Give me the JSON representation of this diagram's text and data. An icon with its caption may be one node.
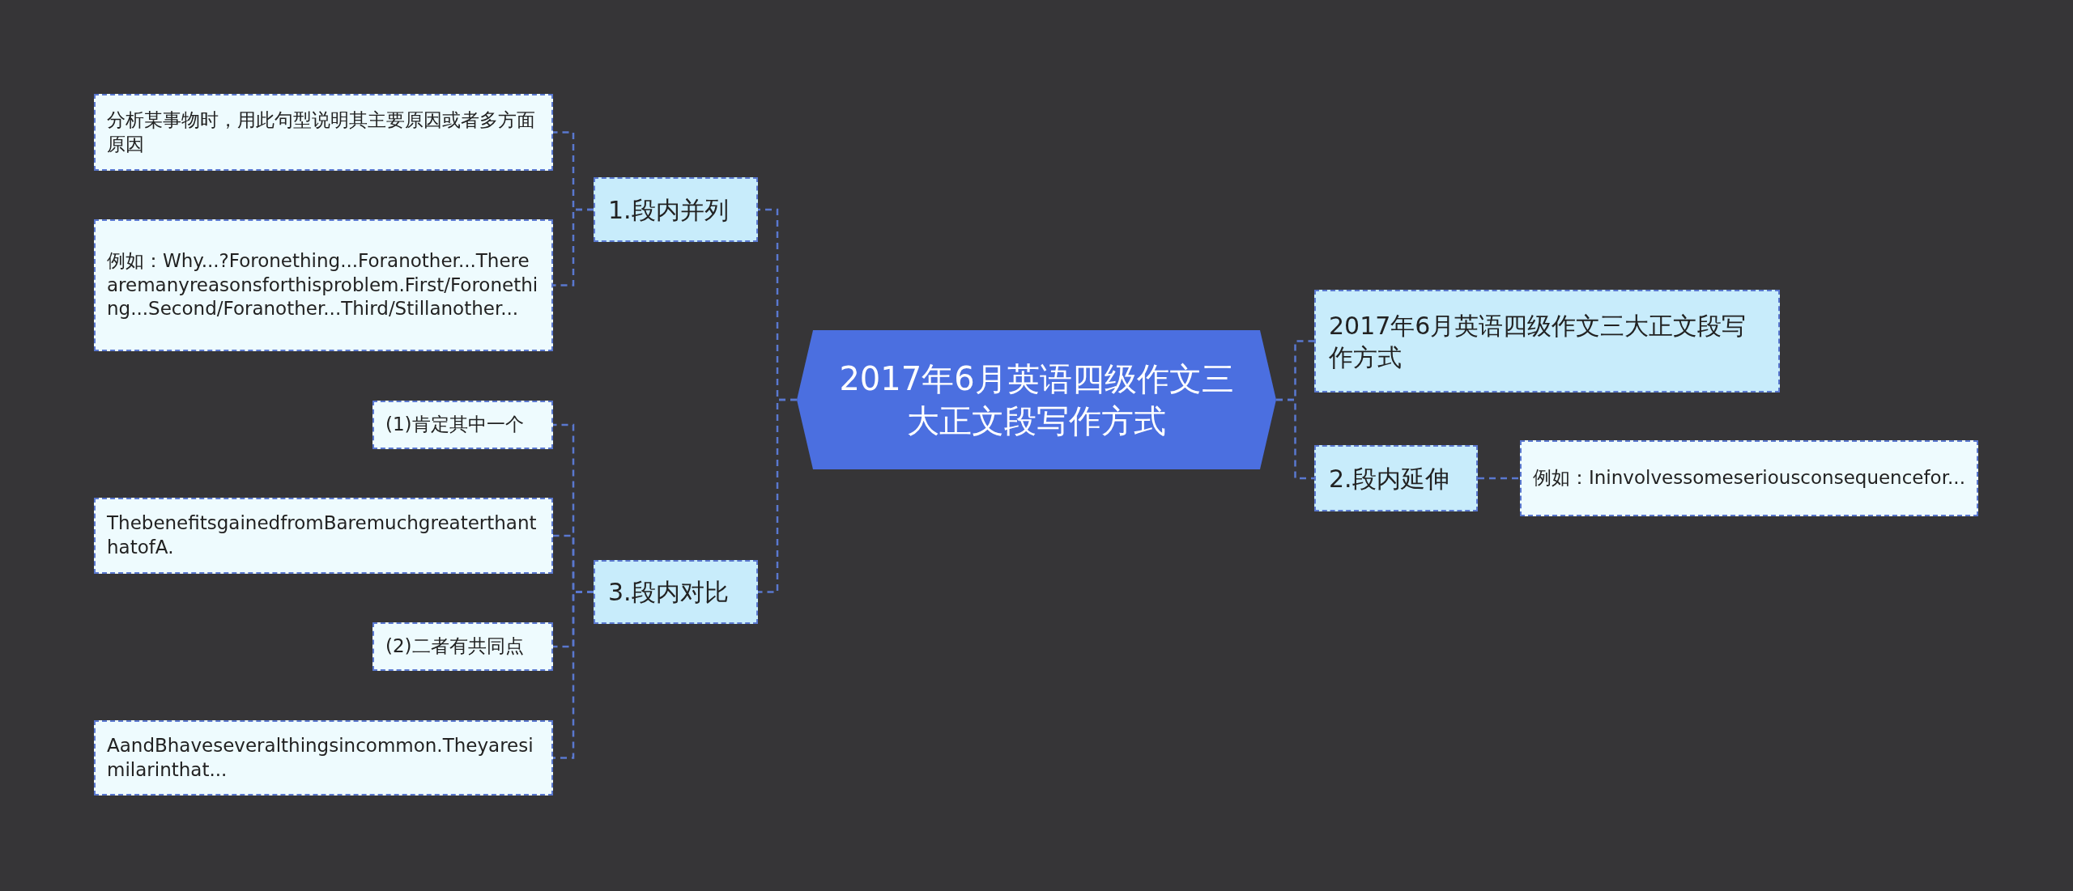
{
  "diagram": {
    "nodes": [
      {
        "text": [
          "2017年6月英语四级作文三大正文段写作方式"
        ]
      },
      {
        "text": [
          "1.段内并列"
        ]
      },
      {
        "text": [
          "分析某事物时，用此句型说明其主要原因或者多方面原因"
        ]
      },
      {
        "text": [
          "例如：Why...?Foronething...Foranother...Therearemanyreasonsforthisproblem.First/Foronething...Second/Foranother...Third/Stillanother..."
        ]
      },
      {
        "text": [
          "3.段内对比"
        ]
      },
      {
        "text": [
          "(1)肯定其中一个"
        ]
      },
      {
        "text": [
          "ThebenefitsgainedfromBaremuchgreaterthanthatofA."
        ]
      },
      {
        "text": [
          "(2)二者有共同点"
        ]
      },
      {
        "text": [
          "AandBhaveseveralthingsincommon.Theyaresimilarinthat..."
        ]
      },
      {
        "text": [
          "2017年6月英语四级作文三大正文段写作方式"
        ]
      },
      {
        "text": [
          "2.段内延伸"
        ]
      },
      {
        "text": [
          "例如：Ininvolvessomeseriousconsequencefor..."
        ]
      }
    ],
    "edges": [
      {
        "from": 0,
        "to": 1,
        "arrow": "none"
      },
      {
        "from": 0,
        "to": 4,
        "arrow": "none"
      },
      {
        "from": 0,
        "to": 9,
        "arrow": "none"
      },
      {
        "from": 0,
        "to": 10,
        "arrow": "none"
      },
      {
        "from": 1,
        "to": 2,
        "arrow": "none"
      },
      {
        "from": 1,
        "to": 3,
        "arrow": "none"
      },
      {
        "from": 4,
        "to": 5,
        "arrow": "none"
      },
      {
        "from": 4,
        "to": 6,
        "arrow": "none"
      },
      {
        "from": 4,
        "to": 7,
        "arrow": "none"
      },
      {
        "from": 4,
        "to": 8,
        "arrow": "none"
      },
      {
        "from": 10,
        "to": 11,
        "arrow": "none"
      }
    ]
  }
}
